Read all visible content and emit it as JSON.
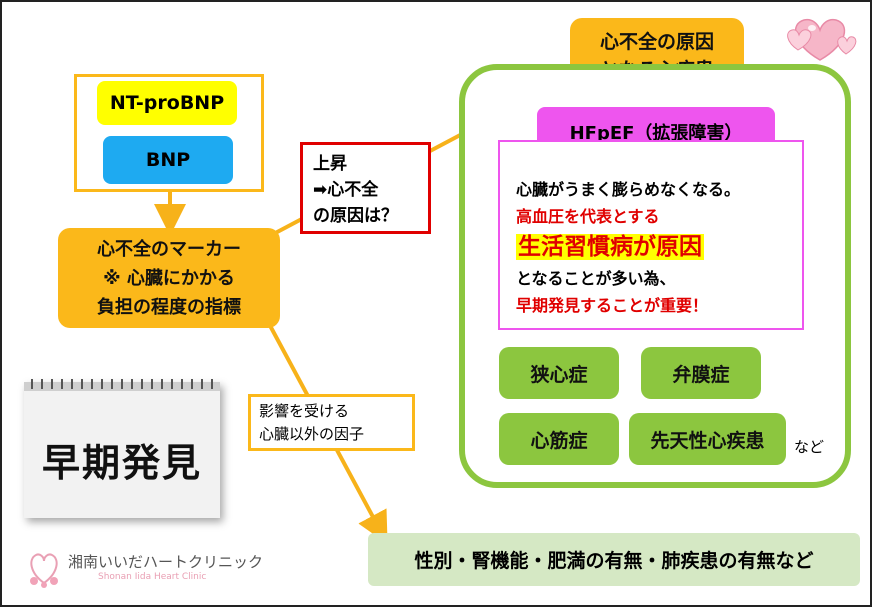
{
  "markers": {
    "nt_probnp": "NT-proBNP",
    "bnp": "BNP"
  },
  "marker_box": {
    "line1": "心不全のマーカー",
    "line2": "※ 心臓にかかる",
    "line3": "負担の程度の指標"
  },
  "rise_box": {
    "line1": "上昇",
    "line2": "➡心不全",
    "line3": "の原因は？"
  },
  "cause_box": {
    "line1": "心不全の原因",
    "line2": "となる心疾患"
  },
  "hfpef": {
    "title": "HFpEF（拡張障害）",
    "desc_line1": "心臓がうまく膨らめなくなる。",
    "desc_line2": "高血圧を代表とする",
    "desc_highlight": "生活習慣病が原因",
    "desc_line4": "となることが多い為、",
    "desc_line5": "早期発見することが重要！"
  },
  "diseases": {
    "d1": "狭心症",
    "d2": "弁膜症",
    "d3": "心筋症",
    "d4": "先天性心疾患",
    "etc": "など"
  },
  "factors_box": {
    "line1": "影響を受ける",
    "line2": "心臓以外の因子"
  },
  "factors_result": "性別・腎機能・肥満の有無・肺疾患の有無など",
  "calendar_text": "早期発見",
  "clinic": {
    "name": "湘南いいだハートクリニック",
    "name_en": "Shonan Iida Heart Clinic"
  },
  "colors": {
    "orange": "#fbb81a",
    "yellow": "#ffff00",
    "blue": "#1eaaf1",
    "green": "#8cc63f",
    "magenta": "#ee55ee",
    "red": "#e00000",
    "light_green": "#d5e8c4"
  }
}
